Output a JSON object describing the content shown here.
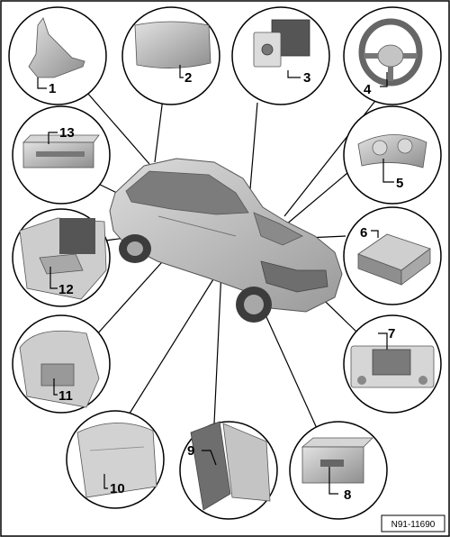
{
  "diagram": {
    "callouts": [
      {
        "id": 1,
        "label": "1",
        "part_icon": "roof-antenna-icon"
      },
      {
        "id": 2,
        "label": "2",
        "part_icon": "window-antenna-icon"
      },
      {
        "id": 3,
        "label": "3",
        "part_icon": "socket-icon"
      },
      {
        "id": 4,
        "label": "4",
        "part_icon": "steering-wheel-icon"
      },
      {
        "id": 5,
        "label": "5",
        "part_icon": "instrument-cluster-icon"
      },
      {
        "id": 6,
        "label": "6",
        "part_icon": "control-unit-icon"
      },
      {
        "id": 7,
        "label": "7",
        "part_icon": "radio-navigation-icon"
      },
      {
        "id": 8,
        "label": "8",
        "part_icon": "card-reader-icon"
      },
      {
        "id": 9,
        "label": "9",
        "part_icon": "a-pillar-icon"
      },
      {
        "id": 10,
        "label": "10",
        "part_icon": "door-panel-icon"
      },
      {
        "id": 11,
        "label": "11",
        "part_icon": "rear-panel-icon"
      },
      {
        "id": 12,
        "label": "12",
        "part_icon": "side-panel-icon"
      },
      {
        "id": 13,
        "label": "13",
        "part_icon": "cd-changer-icon"
      }
    ],
    "reference_code": "N91-11690"
  },
  "colors": {
    "frame": "#000000",
    "part_gray": "#b8b8b8",
    "background": "#ffffff"
  }
}
